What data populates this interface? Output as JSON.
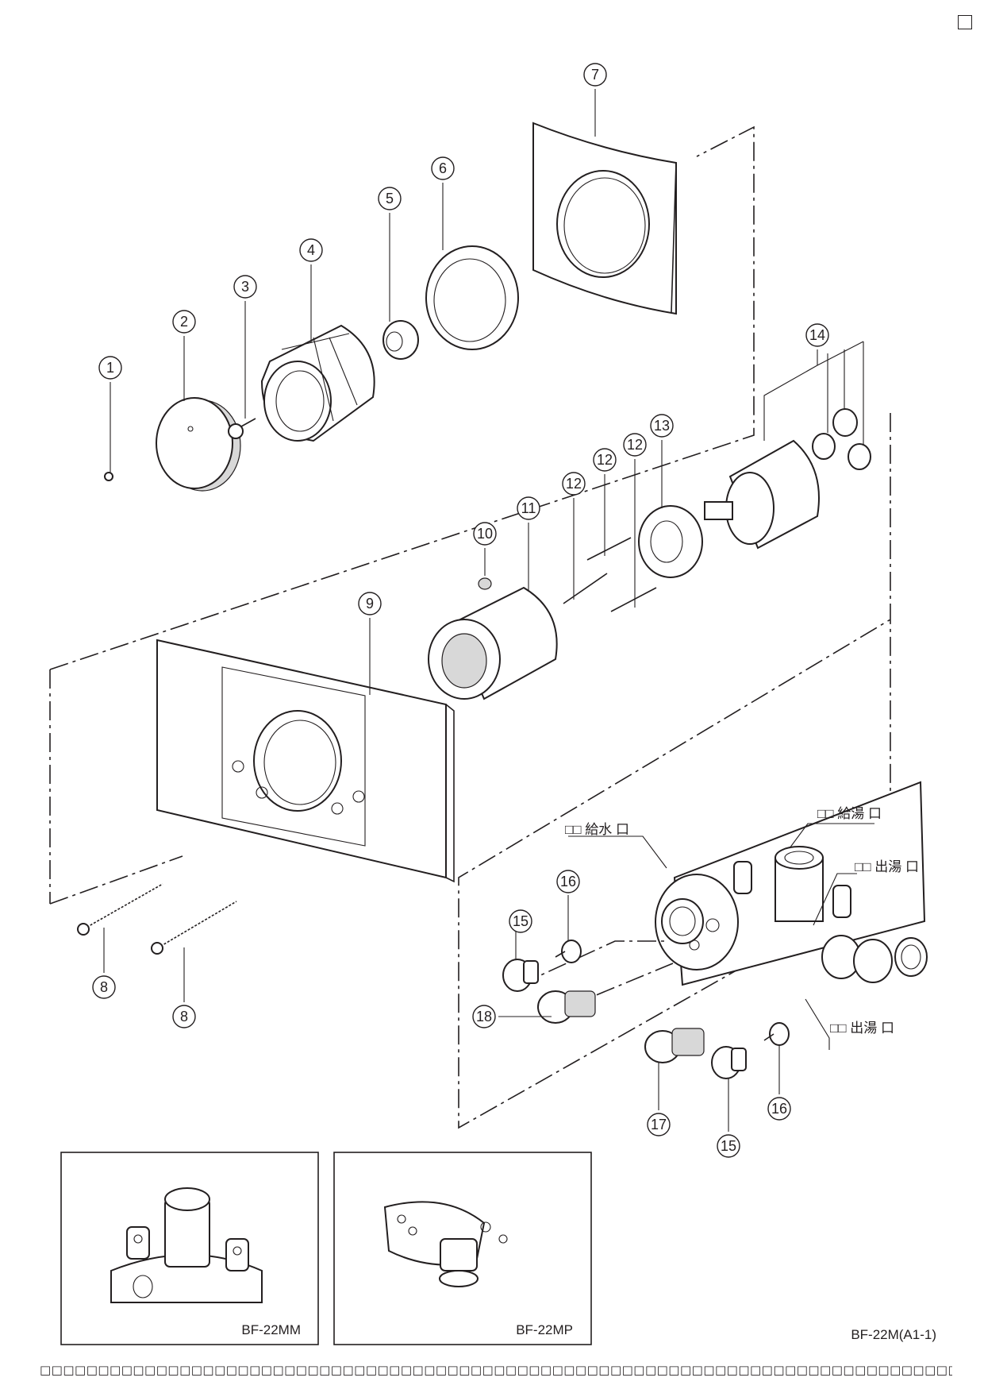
{
  "corner_mark": "□",
  "callouts": [
    {
      "id": "c1",
      "label": "1"
    },
    {
      "id": "c2",
      "label": "2"
    },
    {
      "id": "c3",
      "label": "3"
    },
    {
      "id": "c4",
      "label": "4"
    },
    {
      "id": "c5",
      "label": "5"
    },
    {
      "id": "c6",
      "label": "6"
    },
    {
      "id": "c7",
      "label": "7"
    },
    {
      "id": "c8a",
      "label": "8"
    },
    {
      "id": "c8b",
      "label": "8"
    },
    {
      "id": "c9",
      "label": "9"
    },
    {
      "id": "c10",
      "label": "10"
    },
    {
      "id": "c11",
      "label": "11"
    },
    {
      "id": "c12a",
      "label": "12"
    },
    {
      "id": "c12b",
      "label": "12"
    },
    {
      "id": "c12c",
      "label": "12"
    },
    {
      "id": "c13",
      "label": "13"
    },
    {
      "id": "c14",
      "label": "14"
    },
    {
      "id": "c15a",
      "label": "15"
    },
    {
      "id": "c15b",
      "label": "15"
    },
    {
      "id": "c16a",
      "label": "16"
    },
    {
      "id": "c16b",
      "label": "16"
    },
    {
      "id": "c17",
      "label": "17"
    },
    {
      "id": "c18",
      "label": "18"
    }
  ],
  "port_labels": {
    "top": "□□ 給湯 口",
    "left": "□□ 給水 口",
    "right": "□□ 出湯 口",
    "bottom": "□□ 出湯 口"
  },
  "insets": {
    "left_caption": "BF-22MM",
    "right_caption": "BF-22MP"
  },
  "figure_code": "BF-22M(A1-1)",
  "footer_text": "□□□□□□□□□□□□□□□□□□□□□□□□□□□□□□□□□□□□□□□□□□□□□□□□□□□□□□□□□□□□□□□□□□□□□□□□□□□□□□□□□□□□□□□□□□□□□□□□□□□□□□□□□□□□□□□□□□"
}
